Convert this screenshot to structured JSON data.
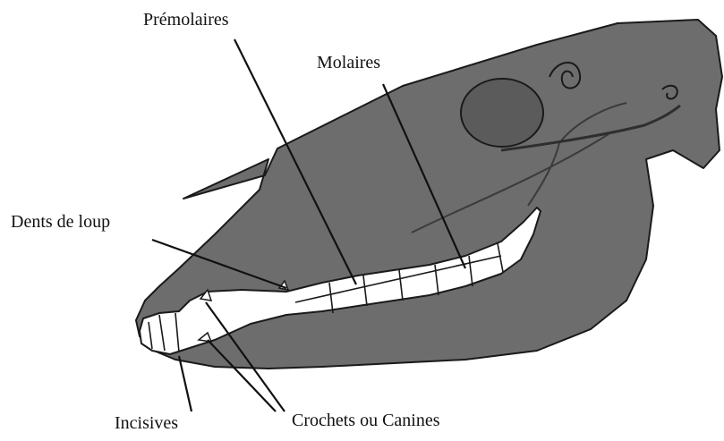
{
  "labels": {
    "premolaires": "Prémolaires",
    "molaires": "Molaires",
    "dents_de_loup": "Dents de loup",
    "incisives": "Incisives",
    "crochets": "Crochets ou Canines"
  },
  "colors": {
    "head_fill": "#6d6d6d",
    "head_stroke": "#1a1a1a",
    "teeth": "#ffffff",
    "lines": "#111111",
    "background": "#ffffff"
  }
}
